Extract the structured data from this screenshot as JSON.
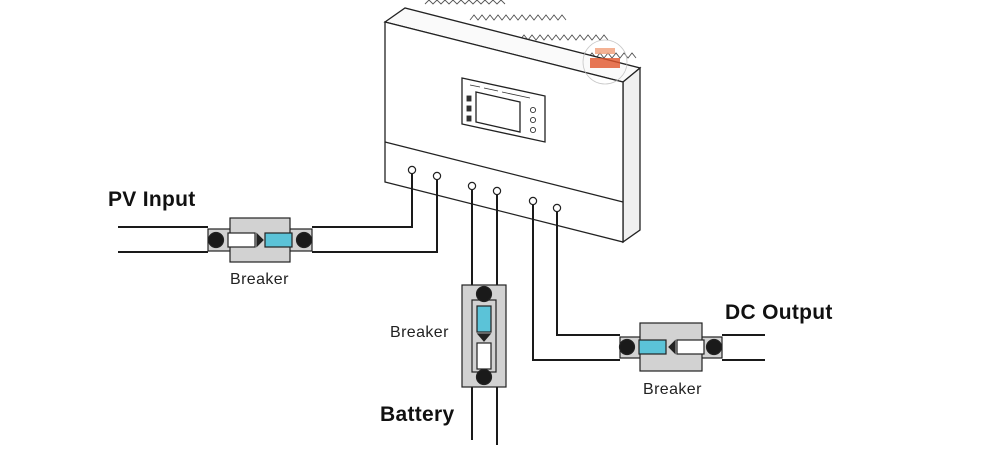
{
  "labels": {
    "pv_input": "PV Input",
    "battery": "Battery",
    "dc_output": "DC Output",
    "breaker_pv": "Breaker",
    "breaker_battery": "Breaker",
    "breaker_output": "Breaker"
  },
  "colors": {
    "line": "#1a1a1a",
    "breaker_body": "#d2d2d2",
    "breaker_window": "#5bc3d8",
    "device_body": "#ffffff",
    "watermark": "#e2542a"
  }
}
